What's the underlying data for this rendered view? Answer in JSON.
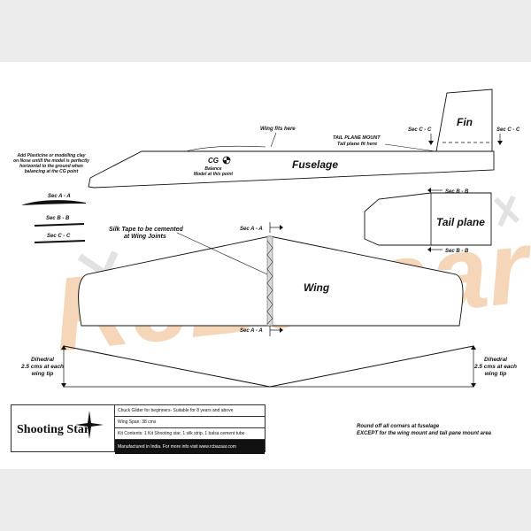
{
  "colors": {
    "background": "#ebebeb",
    "sheet": "#ffffff",
    "ink": "#111111",
    "watermark_orange": "#f4c9a1",
    "watermark_gray": "#d9d9d9"
  },
  "watermark": {
    "text": "RcBazaar"
  },
  "labels": {
    "wing_fits_here": "Wing fits here",
    "tail_mount_title": "TAIL PLANE MOUNT",
    "tail_mount_sub": "Tail plane fit here",
    "fin": "Fin",
    "sec_cc_left": "Sec C - C",
    "sec_cc_right": "Sec C - C",
    "plasticine_line1": "Add Plasticine or modelling clay",
    "plasticine_line2": "on Nose untill the model is perfectly",
    "plasticine_line3": "horizontal to the ground when",
    "plasticine_line4": "balancing at the CG point",
    "cg": "CG",
    "cg_balance": "Balance",
    "cg_model": "Model at this point",
    "fuselage": "Fuselage",
    "sec_aa": "Sec A - A",
    "sec_bb": "Sec B - B",
    "sec_cc": "Sec C - C",
    "sec_bb_top": "Sec B - B",
    "sec_bb_bottom": "Sec B - B",
    "tail_plane": "Tail plane",
    "silk_tape_line1": "Silk Tape to be cemented",
    "silk_tape_line2": "at Wing Joints",
    "sec_aa_wing_top": "Sec A - A",
    "sec_aa_wing_bottom": "Sec A - A",
    "wing": "Wing",
    "dihedral_left_1": "Dihedral",
    "dihedral_left_2": "2.5 cms at each",
    "dihedral_left_3": "wing tip",
    "dihedral_right_1": "Dihedral",
    "dihedral_right_2": "2.5 cms at each",
    "dihedral_right_3": "wing tip",
    "note_line1": "Round off all corners at fuselage",
    "note_line2": "EXCEPT for the wing mount and tail pane mount area"
  },
  "title_block": {
    "logo": "Shooting Star",
    "row1": "Chuck Glider for beginners- Suitable for 8 years and above",
    "row2": "Wing Span: 38 cms",
    "row3": "Kit Contents: 1 Kit Shooting star, 1 silk strip, 1 balsa cement tube",
    "row4": "Manufactured in India. For more info visit www.rcbazaar.com"
  }
}
